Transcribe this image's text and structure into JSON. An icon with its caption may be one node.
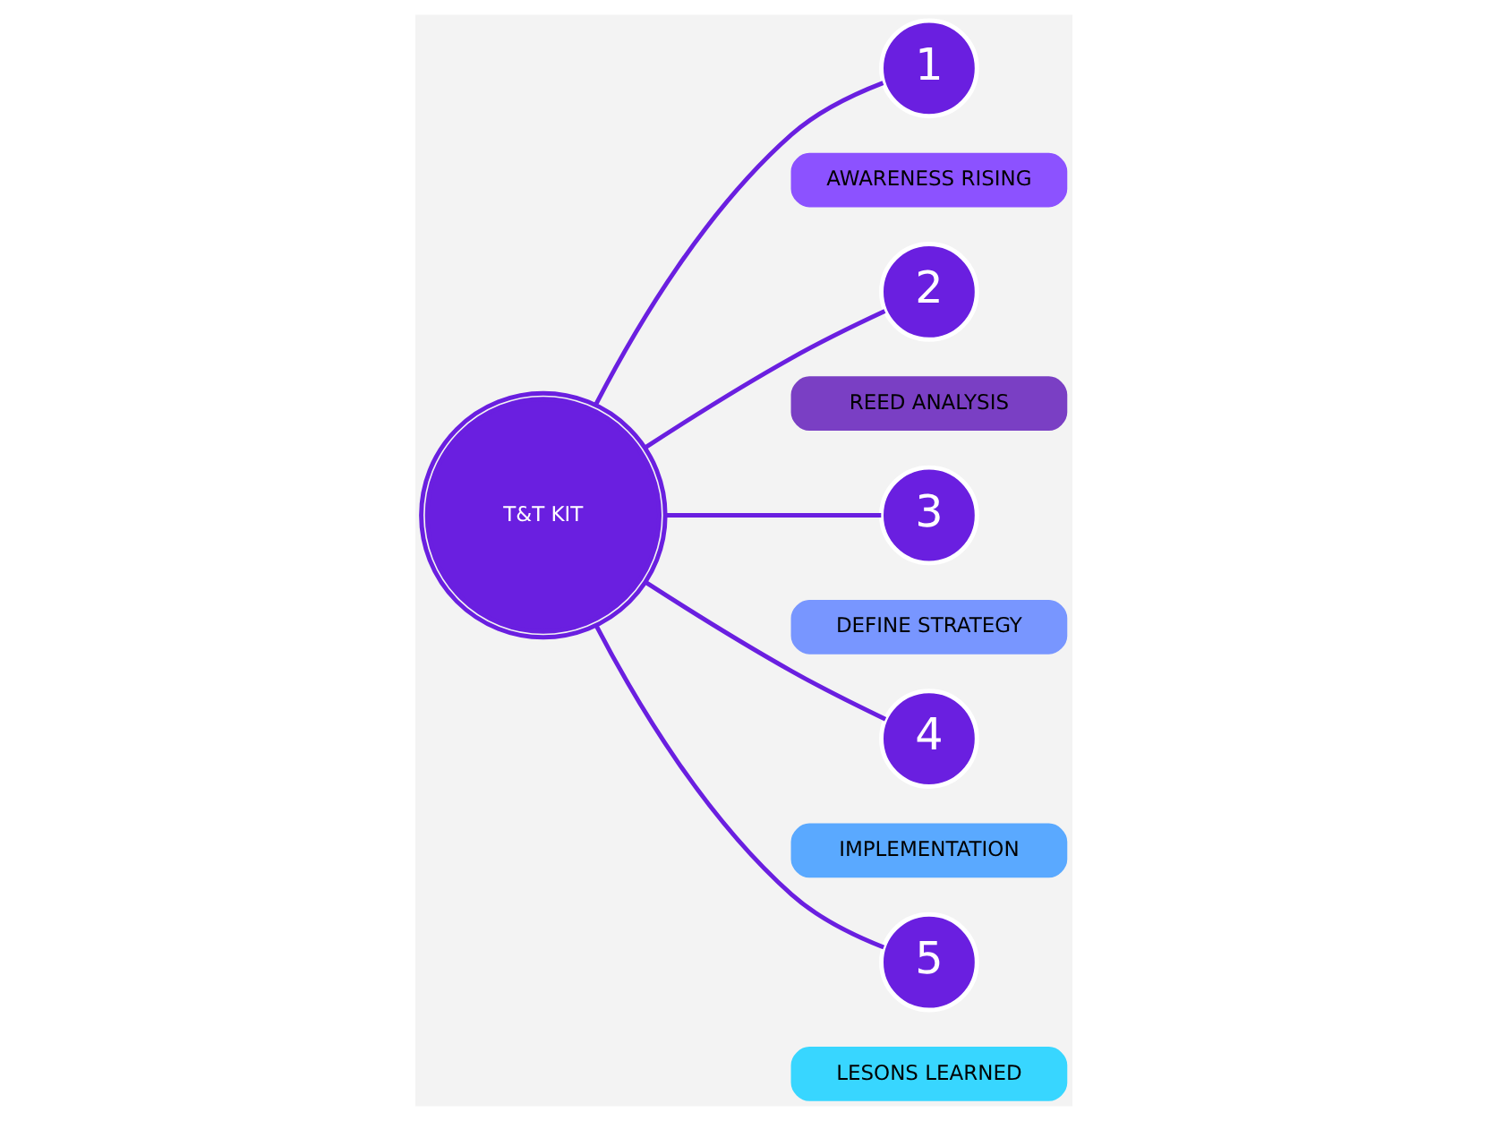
{
  "diagram": {
    "nodes": [
      {
        "text": [
          "T&T KIT"
        ]
      },
      {
        "text": [
          "1"
        ]
      },
      {
        "text": [
          "AWARENESS RISING"
        ]
      },
      {
        "text": [
          "2"
        ]
      },
      {
        "text": [
          "REED ANALYSIS"
        ]
      },
      {
        "text": [
          "3"
        ]
      },
      {
        "text": [
          "DEFINE STRATEGY"
        ]
      },
      {
        "text": [
          "4"
        ]
      },
      {
        "text": [
          "IMPLEMENTATION"
        ]
      },
      {
        "text": [
          "5"
        ]
      },
      {
        "text": [
          "LESONS LEARNED"
        ]
      }
    ],
    "edges": [
      {
        "from": 0,
        "to": 1,
        "arrow": "none"
      },
      {
        "from": 0,
        "to": 3,
        "arrow": "none"
      },
      {
        "from": 0,
        "to": 5,
        "arrow": "none"
      },
      {
        "from": 0,
        "to": 7,
        "arrow": "none"
      },
      {
        "from": 0,
        "to": 9,
        "arrow": "none"
      }
    ]
  }
}
